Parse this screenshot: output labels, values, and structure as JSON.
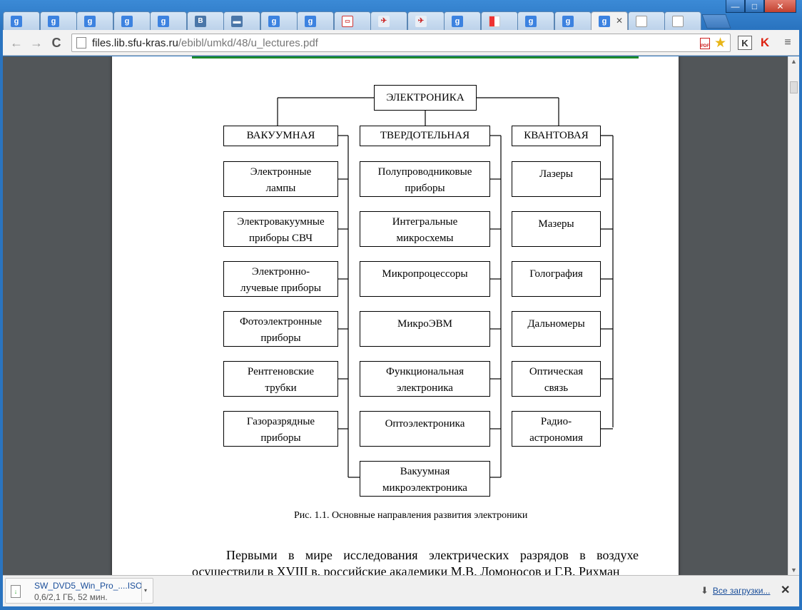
{
  "window": {
    "controls": {
      "minimize": "—",
      "maximize": "□",
      "close": "✕"
    }
  },
  "tabs": [
    {
      "icon": "google-icon",
      "glyph": "g"
    },
    {
      "icon": "google-icon",
      "glyph": "g"
    },
    {
      "icon": "google-icon",
      "glyph": "g"
    },
    {
      "icon": "google-icon",
      "glyph": "g"
    },
    {
      "icon": "google-icon",
      "glyph": "g"
    },
    {
      "icon": "vk-icon",
      "glyph": "B"
    },
    {
      "icon": "chat-icon",
      "glyph": "▬"
    },
    {
      "icon": "google-icon",
      "glyph": "g"
    },
    {
      "icon": "google-icon",
      "glyph": "g"
    },
    {
      "icon": "red-logo-icon",
      "glyph": "▭"
    },
    {
      "icon": "airline-icon",
      "glyph": "✈"
    },
    {
      "icon": "airline-icon",
      "glyph": "✈"
    },
    {
      "icon": "google-icon",
      "glyph": "g"
    },
    {
      "icon": "grid-icon",
      "glyph": ""
    },
    {
      "icon": "google-icon",
      "glyph": "g"
    },
    {
      "icon": "google-icon",
      "glyph": "g"
    },
    {
      "icon": "google-icon",
      "glyph": "g",
      "active": true,
      "close": "✕"
    },
    {
      "icon": "document-icon",
      "glyph": ""
    },
    {
      "icon": "document-icon",
      "glyph": ""
    }
  ],
  "toolbar": {
    "back": "←",
    "forward": "→",
    "reload": "C",
    "url_host": "files.lib.sfu-kras.ru",
    "url_path": "/ebibl/umkd/48/u_lectures.pdf",
    "pdf_badge": "PDF",
    "star": "★",
    "ext_k": "K",
    "ext_kaspersky": "K",
    "menu": "≡"
  },
  "diagram": {
    "root": "ЭЛЕКТРОНИКА",
    "columns": [
      {
        "title": "ВАКУУМНАЯ",
        "items": [
          [
            "Электронные",
            "лампы"
          ],
          [
            "Электровакуумные",
            "приборы СВЧ"
          ],
          [
            "Электронно-",
            "лучевые приборы"
          ],
          [
            "Фотоэлектронные",
            "приборы"
          ],
          [
            "Рентгеновские",
            "трубки"
          ],
          [
            "Газоразрядные",
            "приборы"
          ]
        ]
      },
      {
        "title": "ТВЕРДОТЕЛЬНАЯ",
        "items": [
          [
            "Полупроводниковые",
            "приборы"
          ],
          [
            "Интегральные",
            "микросхемы"
          ],
          [
            "Микропроцессоры",
            ""
          ],
          [
            "МикроЭВМ",
            ""
          ],
          [
            "Функциональная",
            "электроника"
          ],
          [
            "Оптоэлектроника",
            ""
          ],
          [
            "Вакуумная",
            "микроэлектроника"
          ]
        ]
      },
      {
        "title": "КВАНТОВАЯ",
        "items": [
          [
            "Лазеры",
            ""
          ],
          [
            "Мазеры",
            ""
          ],
          [
            "Голография",
            ""
          ],
          [
            "Дальномеры",
            ""
          ],
          [
            "Оптическая",
            "связь"
          ],
          [
            "Радио-",
            "астрономия"
          ]
        ]
      }
    ],
    "caption": "Рис. 1.1. Основные направления развития электроники"
  },
  "paragraph": {
    "line1": "Первыми в мире исследования электрических разрядов в воздухе",
    "line2": "осуществили в XVIII в. российские академики М.В. Ломоносов и Г.В. Рихман"
  },
  "scrollbar": {
    "up": "▲",
    "down": "▼"
  },
  "downloads": {
    "file_name": "SW_DVD5_Win_Pro_....ISO",
    "progress": "0,6/2,1 ГБ, 52 мин.",
    "menu": "▾",
    "all_label": "Все загрузки...",
    "all_arrow": "⬇",
    "close": "✕"
  }
}
